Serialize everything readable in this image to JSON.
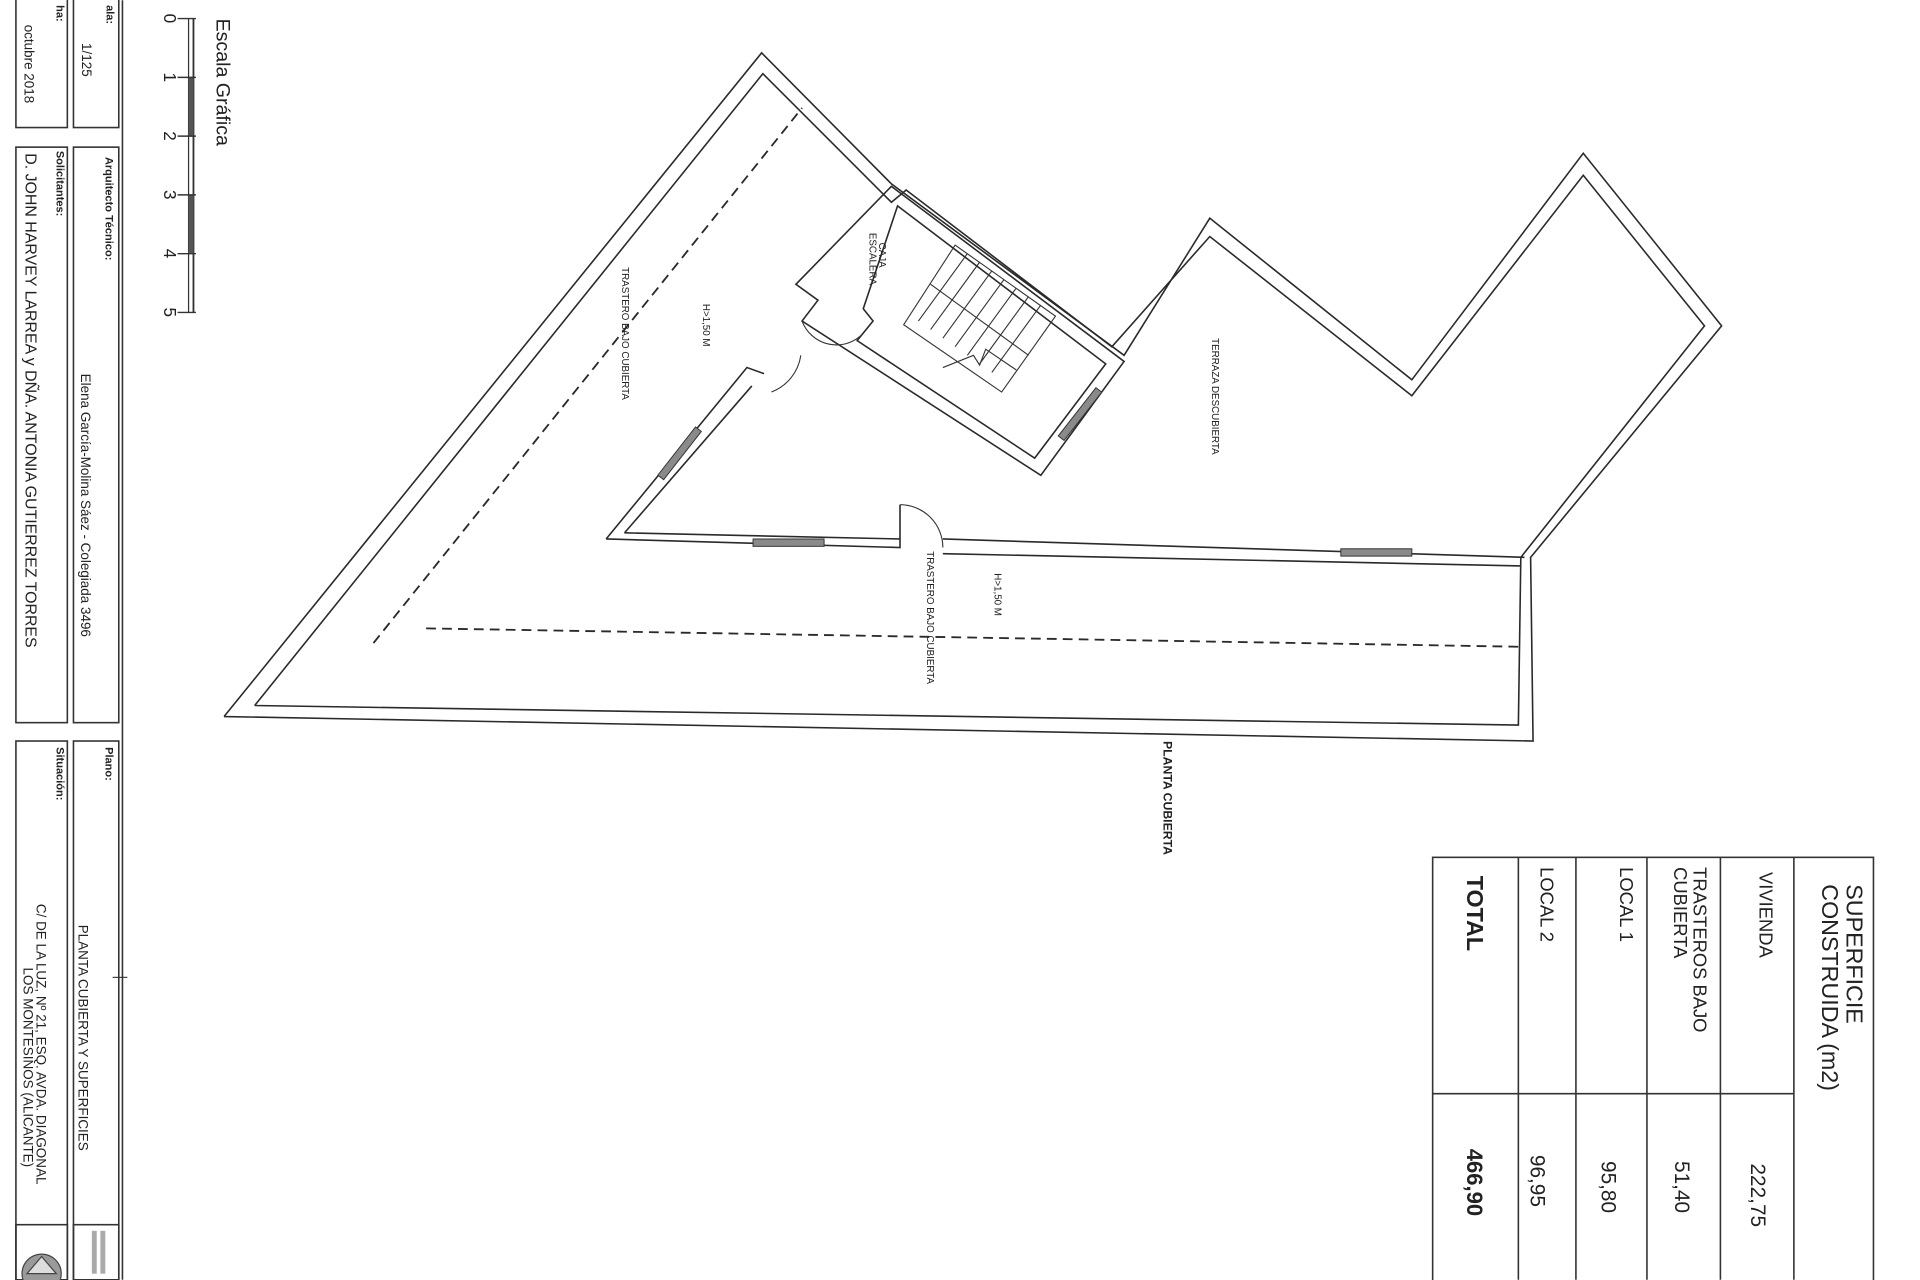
{
  "title_block": {
    "scale_label": "ala:",
    "scale_value": "1/125",
    "date_label": "ha:",
    "date_value": "octubre 2018",
    "architect_label": "Arquitecto Técnico:",
    "architect_value": "Elena García-Molina Sáez - Colegiada 3496",
    "applicants_label": "Solicitantes:",
    "applicants_value": "D. JOHN HARVEY LARREA y DÑA. ANTONIA GUTIERREZ TORRES",
    "plan_label": "Plano:",
    "plan_value": "PLANTA CUBIERTA Y SUPERFICIES",
    "location_label": "Situación:",
    "location_line1": "C/ DE LA LUZ, Nº 21, ESQ. AVDA. DIAGONAL",
    "location_line2": "LOS MONTESINOS (ALICANTE)"
  },
  "graphic_scale": {
    "title": "Escala Gráfica",
    "ticks": [
      "0",
      "1",
      "2",
      "3",
      "4",
      "5"
    ]
  },
  "plan": {
    "title": "PLANTA CUBIERTA",
    "rooms": {
      "storage_left": "TRASTERO BAJO CUBIERTA",
      "storage_left_height": "H>1,50 M",
      "storage_bottom": "TRASTERO BAJO CUBIERTA",
      "storage_bottom_height": "H>1,50 M",
      "stairwell_line1": "CAJA",
      "stairwell_line2": "ESCALERA",
      "terrace": "TERRAZA DESCUBIERTA"
    }
  },
  "surface_table": {
    "header_line1": "SUPERFICIE",
    "header_line2": "CONSTRUIDA (m2)",
    "rows": [
      {
        "label": "VIVIENDA",
        "value": "222,75"
      },
      {
        "label_line1": "TRASTEROS BAJO",
        "label_line2": "CUBIERTA",
        "value": "51,40"
      },
      {
        "label": "LOCAL 1",
        "value": "95,80"
      },
      {
        "label": "LOCAL 2",
        "value": "96,95"
      }
    ],
    "total_label": "TOTAL",
    "total_value": "466,90"
  }
}
